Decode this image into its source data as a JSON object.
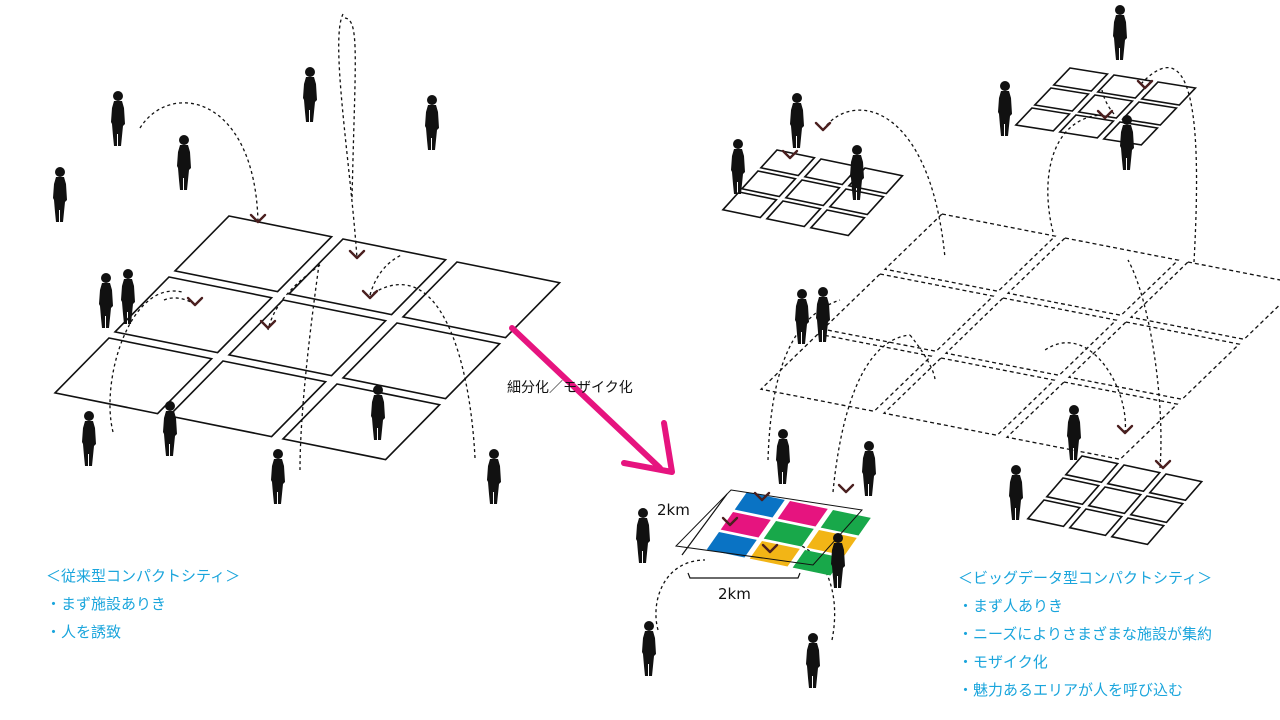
{
  "arrow_label": "細分化／モザイク化",
  "dimension_x": "2km",
  "dimension_y": "2km",
  "left_caption": {
    "title": "＜従来型コンパクトシティ＞",
    "items": [
      "・まず施設ありき",
      "・人を誘致"
    ]
  },
  "right_caption": {
    "title": "＜ビッグデータ型コンパクトシティ＞",
    "items": [
      "・まず人ありき",
      "・ニーズによりさまざまな施設が集約",
      "・モザイク化",
      "・魅力あるエリアが人を呼び込む"
    ]
  },
  "colors": {
    "caption": "#1aa5dc",
    "main_arrow": "#e6147f",
    "tile_blue": "#0a73c4",
    "tile_magenta": "#e6147f",
    "tile_green": "#18a84a",
    "tile_yellow": "#f2b516",
    "arrow_head": "#4a1f1f",
    "figure": "#111111"
  },
  "mosaic_tiles": [
    [
      "blue",
      "magenta",
      "green"
    ],
    [
      "magenta",
      "green",
      "yellow"
    ],
    [
      "blue",
      "yellow",
      "green"
    ]
  ]
}
